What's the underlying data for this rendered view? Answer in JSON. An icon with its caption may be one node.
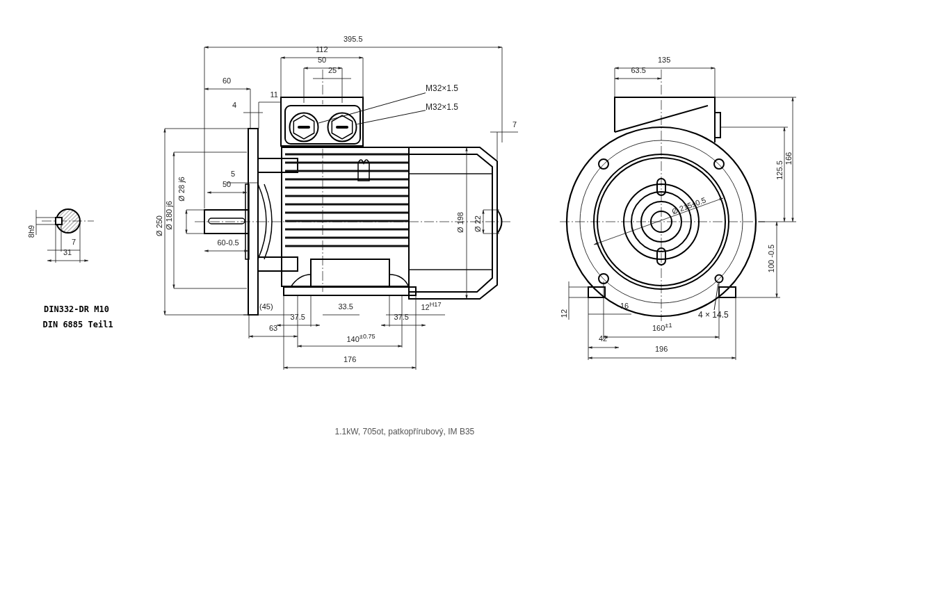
{
  "diagram": {
    "caption": "1.1kW, 705ot, patkopřírubový, IM B35",
    "nodes": [
      {
        "text": [
          "M32×1.5"
        ]
      },
      {
        "text": [
          "M32×1.5"
        ]
      },
      {
        "text": [],
        "shape": "circle"
      },
      {
        "text": [],
        "shape": "circle"
      },
      {
        "text": [
          "4 × 14.5"
        ]
      },
      {
        "text": [],
        "shape": "circle"
      }
    ],
    "edges": [
      {
        "from": 0,
        "to": 2,
        "arrow": "none"
      },
      {
        "from": 1,
        "to": 3,
        "arrow": "none"
      },
      {
        "from": 4,
        "to": 5,
        "arrow": "none"
      }
    ],
    "labels": [
      "395.5",
      "112",
      "50",
      "25",
      "60",
      "11",
      "4",
      "7",
      "5",
      "50",
      "Ø 28 j6",
      "Ø 250",
      "Ø 180 j6",
      "60-0.5",
      "Ø 198",
      "Ø 22",
      "(45)",
      "33.5",
      "12$^{H17}$",
      "37.5",
      "37.5",
      "63",
      "140$^{±0.75}$",
      "176",
      "135",
      "63.5",
      "166",
      "125.5",
      "Ø 215±0.5",
      "100 -0.5",
      "12",
      "16",
      "160$^{±1}$",
      "42",
      "196",
      "8h9",
      "7",
      "31",
      "DIN332-DR M10",
      "DIN 6885 Teil1"
    ]
  }
}
